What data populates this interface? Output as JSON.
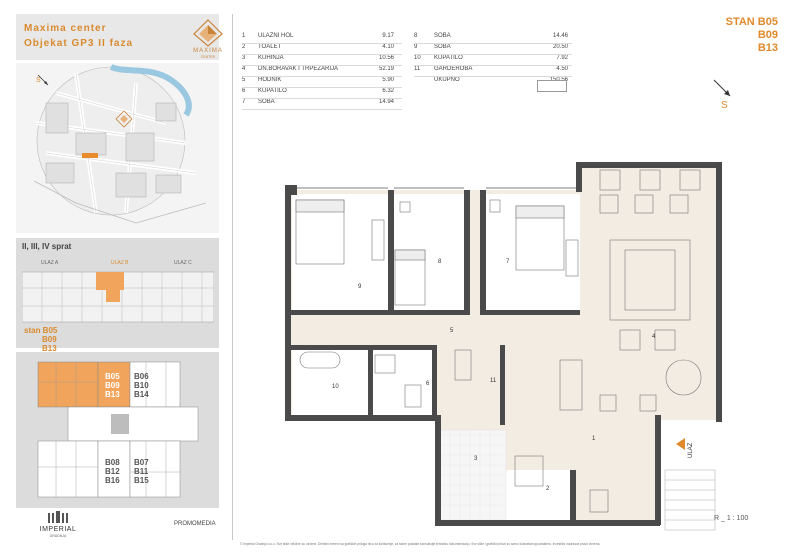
{
  "project": {
    "line1": "Maxima center",
    "line2": "Objekat GP3 II faza",
    "logo_name": "MAXIMA",
    "logo_sub": "CENTER"
  },
  "map": {
    "compass_s": "S"
  },
  "floors": {
    "label": "II, III, IV sprat",
    "ulaz_a": "ULAZ  A",
    "ulaz_b": "ULAZ  B",
    "ulaz_c": "ULAZ  C"
  },
  "stan_left": {
    "line1": "stan B05",
    "line2": "B09",
    "line3": "B13"
  },
  "small_plan_units": {
    "orange": [
      "B05",
      "B09",
      "B13"
    ],
    "b06": [
      "B06",
      "B10",
      "B14"
    ],
    "b08": [
      "B08",
      "B12",
      "B16"
    ],
    "b07": [
      "B07",
      "B11",
      "B15"
    ]
  },
  "brand": {
    "imperial": "IMPERIAL",
    "imperial_sub": "GRADNJA",
    "promomedia": "PROMOMEDIA"
  },
  "rooms_left": [
    {
      "num": "1",
      "name": "ULAZNI HOL",
      "area": "9.17"
    },
    {
      "num": "2",
      "name": "TOALET",
      "area": "4.10"
    },
    {
      "num": "3",
      "name": "KUHINJA",
      "area": "10.56"
    },
    {
      "num": "4",
      "name": "DN.BORAVAK I TRPEZARIJA",
      "area": "52.19"
    },
    {
      "num": "5",
      "name": "HODNIK",
      "area": "5.90"
    },
    {
      "num": "6",
      "name": "KUPATILO",
      "area": "6.32"
    },
    {
      "num": "7",
      "name": "SOBA",
      "area": "14.94"
    }
  ],
  "rooms_right": [
    {
      "num": "8",
      "name": "SOBA",
      "area": "14.46"
    },
    {
      "num": "9",
      "name": "SOBA",
      "area": "20.50"
    },
    {
      "num": "10",
      "name": "KUPATILO",
      "area": "7.92"
    },
    {
      "num": "11",
      "name": "GARDEROBA",
      "area": "4.50"
    },
    {
      "num": "",
      "name": "UKUPNO",
      "area": "150.56"
    }
  ],
  "stan_right": {
    "line1": "STAN  B05",
    "line2": "B09",
    "line3": "B13"
  },
  "compass_right": "S",
  "plan_labels": {
    "r1": "1",
    "r2": "2",
    "r3": "3",
    "r4": "4",
    "r5": "5",
    "r6": "6",
    "r7": "7",
    "r8": "8",
    "r9": "9",
    "r10": "10",
    "r11": "11",
    "ulaz": "ULAZ"
  },
  "scale": "R _ 1 : 100",
  "footer": "© Imperial Gradnja d.o.o.  Sve slike veličine su okvirne. Direktni mereni sa grafičkih priloga nisu za korišćenje, za tačne podatke konsultujte tehničku dokumentaciju. Sve slike i grafički prilozi su samo ilustrativnog karaktera. Investitor zadržava pravo izmena."
}
